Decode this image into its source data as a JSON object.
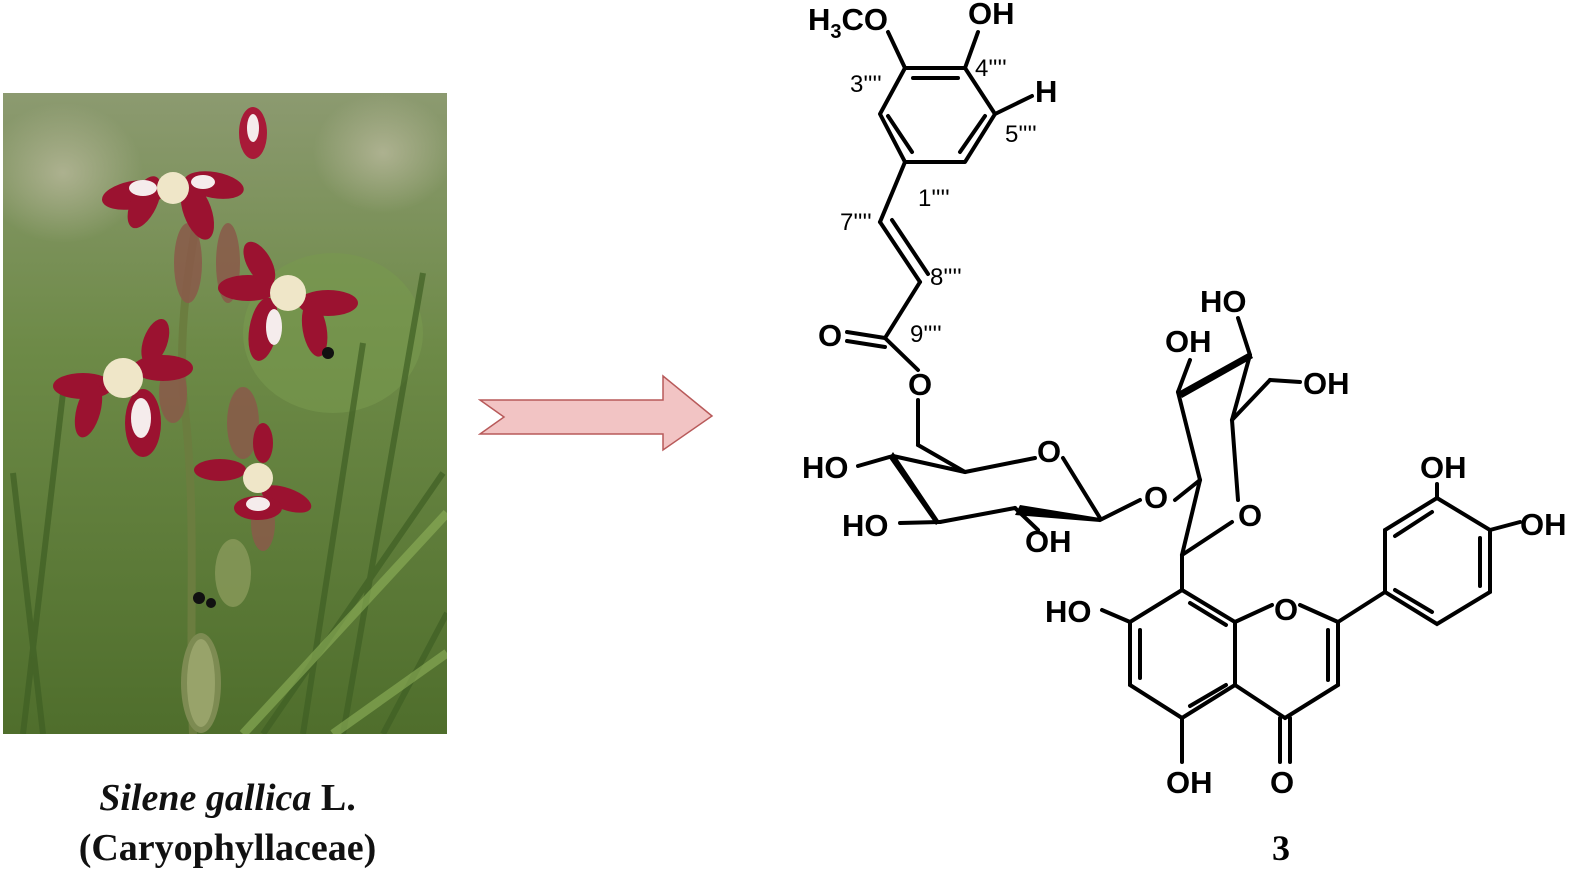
{
  "caption": {
    "species_name": "Silene gallica",
    "authority": "L.",
    "family": "(Caryophyllaceae)"
  },
  "compound_label": "3",
  "atom_labels": {
    "methoxy_H": "H",
    "methoxy_sub": "3",
    "methoxy_rest": "CO",
    "top_OH": "OH",
    "ring_H": "H",
    "carbonyl_O": "O",
    "ester_O": "O",
    "glc_ring_O": "O",
    "glc_HO_4": "HO",
    "glc_HO_3": "HO",
    "glc_OH_2": "OH",
    "glycosidic_O": "O",
    "c_glc_HO_top": "HO",
    "c_glc_OH_3": "OH",
    "c_glc_OH_6": "OH",
    "c_glc_ring_O": "O",
    "a_ring_HO_7": "HO",
    "c_ring_O": "O",
    "b_ring_OH_3": "OH",
    "b_ring_OH_4": "OH",
    "a_ring_OH_5": "OH",
    "ketone_O": "O"
  },
  "position_labels": {
    "p3": "3''''",
    "p4": "4''''",
    "p5": "5''''",
    "p1": "1''''",
    "p7": "7''''",
    "p8": "8''''",
    "p9": "9''''"
  },
  "colors": {
    "arrow_fill": "#f2c4c4",
    "arrow_stroke": "#b85a5a",
    "petal_red": "#9b1230",
    "petal_white": "#f5ecec",
    "foliage_green": "#5d7a3a"
  },
  "icons": {
    "arrow": "right-chevron-arrow",
    "photo": "silene-gallica-flower-photo"
  }
}
